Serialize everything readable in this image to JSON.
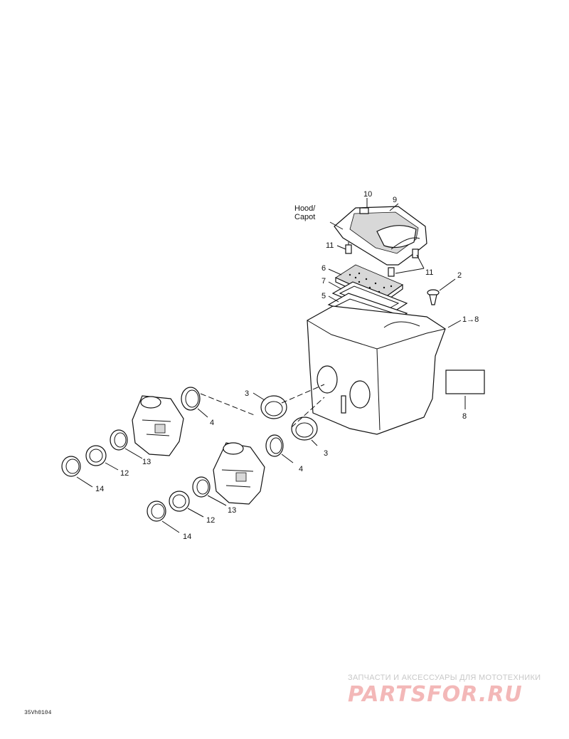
{
  "callouts": {
    "c10": "10",
    "c9": "9",
    "hood_line1": "Hood/",
    "hood_line2": "Capot",
    "c11a": "11",
    "c11b": "11",
    "c2": "2",
    "c6": "6",
    "c7": "7",
    "c5": "5",
    "c1to8": "1→8",
    "c8": "8",
    "c3a": "3",
    "c3b": "3",
    "c4a": "4",
    "c4b": "4",
    "c13a": "13",
    "c13b": "13",
    "c12a": "12",
    "c12b": "12",
    "c14a": "14",
    "c14b": "14"
  },
  "watermark": {
    "tagline": "ЗАПЧАСТИ И АКСЕССУАРЫ ДЛЯ МОТОТЕХНИКИ",
    "logo": "PARTSFOR.RU"
  },
  "drawing_code": "35Vh0104",
  "colors": {
    "line": "#111111",
    "watermark_text": "#c8c8c8",
    "watermark_logo": "#f3b8b8"
  }
}
